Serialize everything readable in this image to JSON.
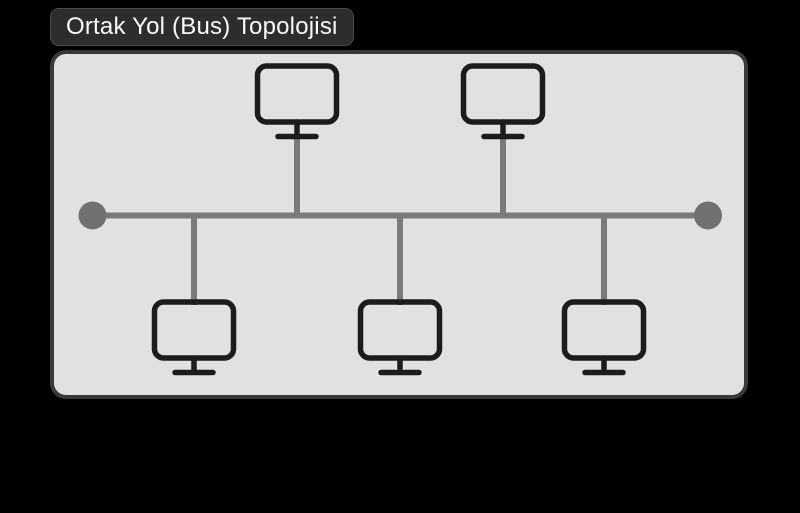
{
  "title": {
    "label": "Ortak Yol (Bus) Topolojisi"
  },
  "colors": {
    "background": "#000000",
    "panel_fill": "#e1e1e1",
    "panel_border": "#3a3a3a",
    "title_bg": "#2d2d2d",
    "title_text": "#fafafa",
    "bus_line": "#7a7a7a",
    "terminator": "#707070",
    "computer_stroke": "#1c1c1c"
  },
  "diagram": {
    "type": "bus-topology",
    "bus": {
      "terminator_count": 2,
      "attached_node_count": 5
    },
    "nodes": [
      {
        "id": "computer-top-1",
        "type": "computer",
        "side": "top"
      },
      {
        "id": "computer-top-2",
        "type": "computer",
        "side": "top"
      },
      {
        "id": "computer-bottom-1",
        "type": "computer",
        "side": "bottom"
      },
      {
        "id": "computer-bottom-2",
        "type": "computer",
        "side": "bottom"
      },
      {
        "id": "computer-bottom-3",
        "type": "computer",
        "side": "bottom"
      }
    ]
  }
}
